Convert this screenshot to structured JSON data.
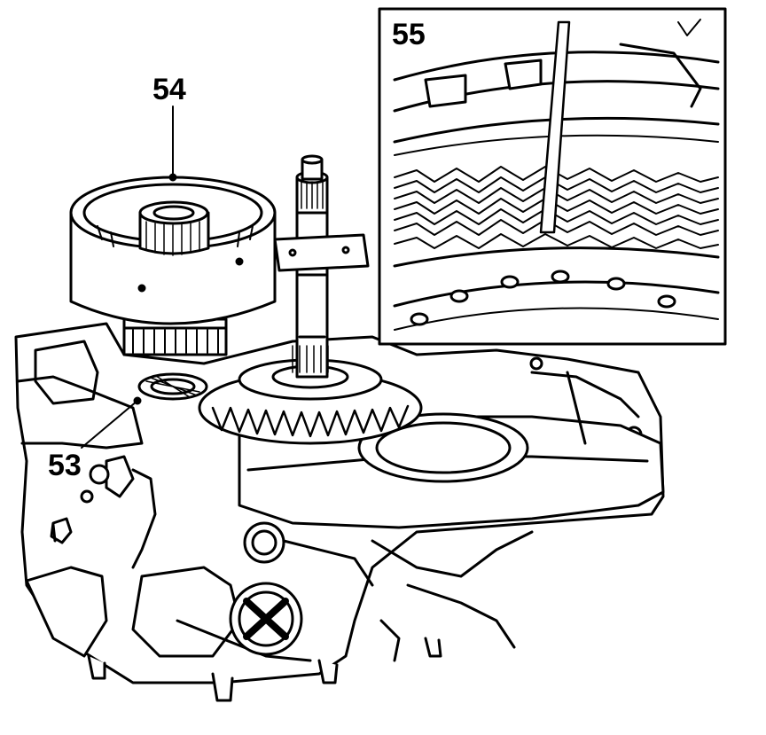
{
  "illustration": {
    "callouts": {
      "part_54": "54",
      "part_53": "53",
      "detail_55": "55"
    },
    "colors": {
      "line": "#000000",
      "background": "#ffffff"
    }
  }
}
